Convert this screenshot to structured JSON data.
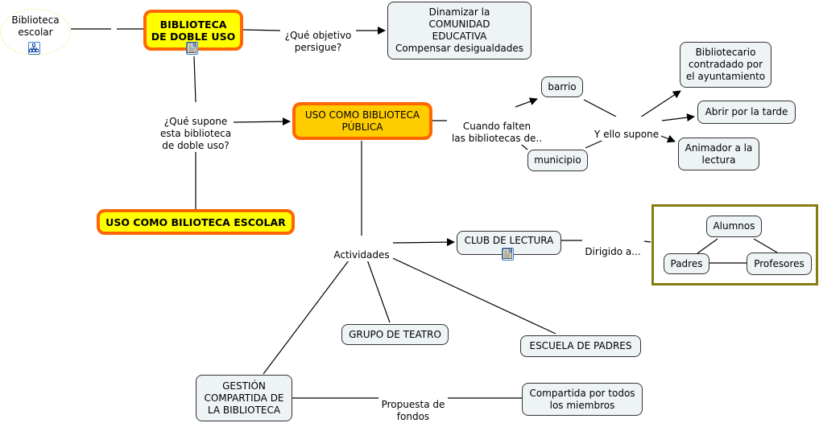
{
  "nodes": {
    "biblioteca_escolar": "Biblioteca\nescolar",
    "doble_uso": "BIBLIOTECA\nDE DOBLE USO",
    "objetivo": "Dinamizar la\nCOMUNIDAD\nEDUCATIVA\nCompensar desigualdades",
    "uso_publica": "USO COMO BIBLIOTECA\nPÚBLICA",
    "uso_escolar": "USO COMO BILIOTECA ESCOLAR",
    "barrio": "barrio",
    "municipio": "municipio",
    "bibliotecario": "Bibliotecario\ncontradado por\nel ayuntamiento",
    "abrir_tarde": "Abrir por la tarde",
    "animador": "Animador a la\nlectura",
    "club_lectura": "CLUB DE LECTURA",
    "alumnos": "Alumnos",
    "padres": "Padres",
    "profesores": "Profesores",
    "grupo_teatro": "GRUPO DE TEATRO",
    "escuela_padres": "ESCUELA DE PADRES",
    "gestion": "GESTIÓN\nCOMPARTIDA DE\nLA BIBLIOTECA",
    "compartida": "Compartida por todos\nlos miembros"
  },
  "links": {
    "que_objetivo": "¿Qué objetivo\npersigue?",
    "que_supone": "¿Qué supone\nesta biblioteca\nde doble uso?",
    "cuando_falten": "Cuando falten\nlas bibliotecas de..",
    "y_ello": "Y ello supone",
    "actividades": "Actividades",
    "dirigido": "Dirigido a...",
    "propuesta": "Propuesta de\nfondos"
  },
  "icons": {
    "submap": "submap-icon",
    "resource": "resource-document-icon"
  },
  "colors": {
    "main_fill_yellow": "#ffff00",
    "main_fill_orange": "#ffcc00",
    "main_border": "#ff6600",
    "concept_fill": "#eef3f5",
    "frame_border": "#857c14"
  }
}
